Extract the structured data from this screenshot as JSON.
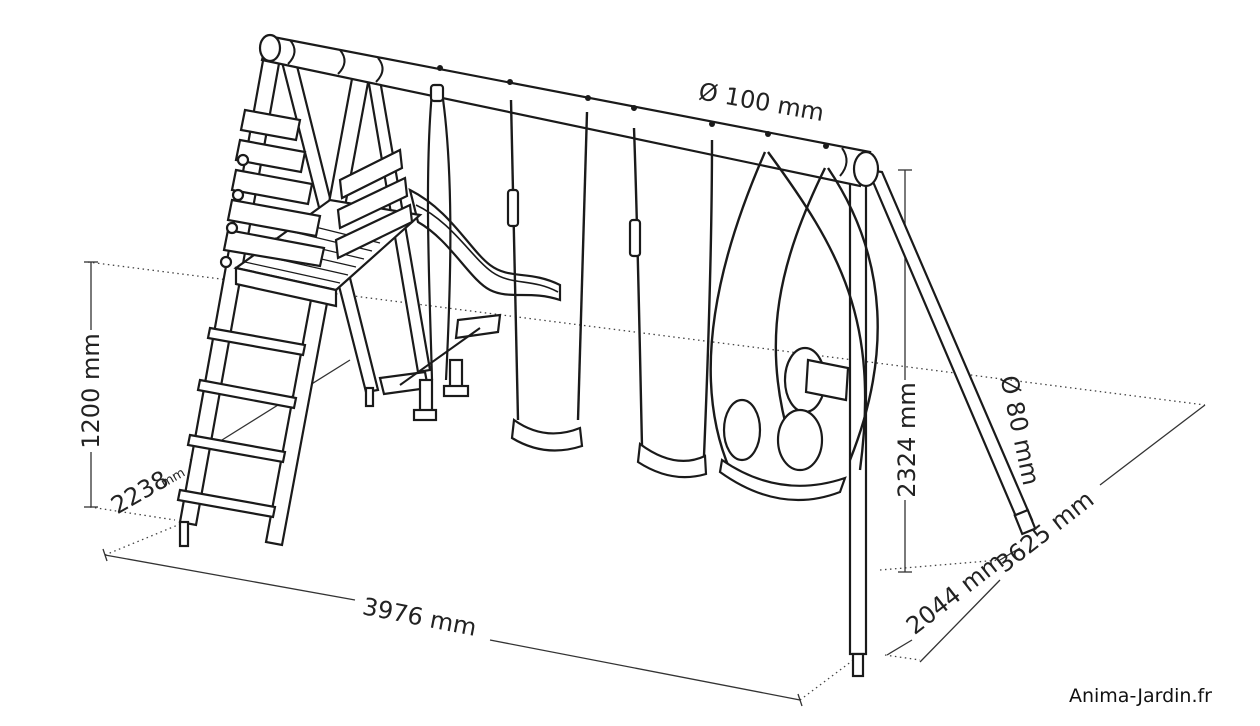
{
  "dimensions": {
    "beam_diameter": "Ø 100 mm",
    "leg_diameter": "Ø 80 mm",
    "platform_height": "1200 mm",
    "platform_depth_value": "2238",
    "platform_depth_unit": "mm",
    "total_height": "2324 mm",
    "total_width": "3976 mm",
    "leg_span": "2044 mm",
    "total_depth": "3625 mm"
  },
  "credit": "Anima-Jardin.fr"
}
